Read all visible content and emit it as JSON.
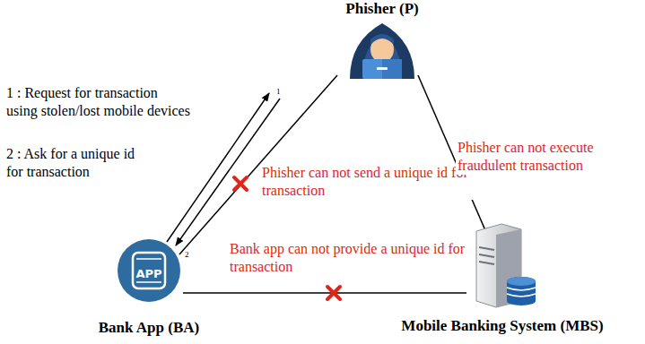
{
  "diagram": {
    "nodes": [
      {
        "text": [
          "Phisher (P)"
        ]
      },
      {
        "text": [
          "APP",
          "Bank App (BA)"
        ]
      },
      {
        "text": [
          "Mobile Banking System (MBS)"
        ]
      }
    ],
    "edges": [
      {
        "from": 0,
        "to": 1,
        "arrow": "none"
      },
      {
        "from": 0,
        "to": 1,
        "arrow": "to"
      },
      {
        "from": 1,
        "to": 0,
        "arrow": "to"
      },
      {
        "from": 0,
        "to": 2,
        "arrow": "none"
      },
      {
        "from": 1,
        "to": 2,
        "arrow": "none"
      }
    ],
    "labels": [
      "1 : Request for transaction using stolen/lost mobile devices",
      "2 : Ask for a unique id for transaction",
      "1",
      "2",
      "Phisher can not send a unique id for transaction",
      "Phisher can not execute fraudulent transaction",
      "Bank app can not provide a unique id for transaction"
    ]
  }
}
